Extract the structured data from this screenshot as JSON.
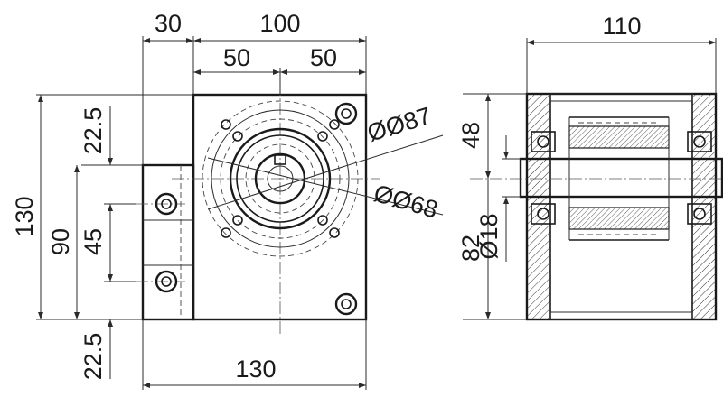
{
  "front_view": {
    "dims": {
      "d30": "30",
      "d100": "100",
      "d50_left": "50",
      "d50_right": "50",
      "d22_5_top": "22.5",
      "d130_left": "130",
      "d90": "90",
      "d45": "45",
      "d22_5_bottom": "22.5",
      "d130_bottom": "130",
      "dia87": "ØØ87",
      "dia68": "ØØ68"
    }
  },
  "side_view": {
    "dims": {
      "d110": "110",
      "d48": "48",
      "dia18": "Ø18",
      "d82": "82"
    }
  }
}
